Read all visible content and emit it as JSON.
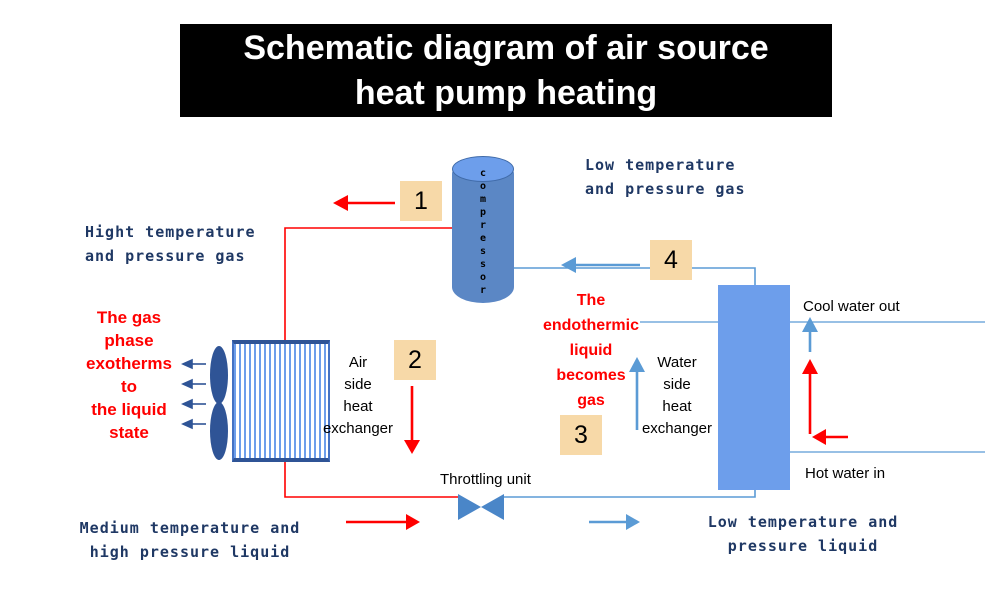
{
  "title": {
    "line1": "Schematic diagram of air source",
    "line2": "heat pump heating"
  },
  "components": {
    "compressor_label": "compressor",
    "throttling_unit": "Throttling unit",
    "air_exchanger_lines": [
      "Air",
      "side",
      "heat",
      "exchanger"
    ],
    "water_exchanger_lines": [
      "Water",
      "side",
      "heat",
      "exchanger"
    ]
  },
  "labels": {
    "high_temp_gas_line1": "Hight temperature",
    "high_temp_gas_line2": "and pressure gas",
    "low_temp_gas_line1": "Low temperature",
    "low_temp_gas_line2": "and pressure gas",
    "medium_temp_liquid_line1": "Medium temperature and",
    "medium_temp_liquid_line2": "high pressure liquid",
    "low_temp_liquid_line1": "Low temperature and",
    "low_temp_liquid_line2": "pressure liquid",
    "cool_water_out": "Cool water out",
    "hot_water_in": "Hot water in"
  },
  "annotations": {
    "gas_phase_lines": [
      "The gas",
      "phase",
      "exotherms",
      "to",
      "the liquid",
      "state"
    ],
    "endothermic_lines": [
      "The",
      "endothermic",
      "liquid",
      "becomes",
      "gas"
    ]
  },
  "steps": {
    "step1": "1",
    "step2": "2",
    "step3": "3",
    "step4": "4"
  },
  "colors": {
    "title_bg": "#000000",
    "title_text": "#ffffff",
    "navy_label": "#1f3864",
    "red_accent": "#ff0000",
    "blue_pipe": "#5b9bd5",
    "dark_blue_fan": "#2f5496",
    "compressor_blue": "#5b87c5",
    "exchanger_blue": "#6d9eeb",
    "step_badge_bg": "#f7d9a8"
  }
}
